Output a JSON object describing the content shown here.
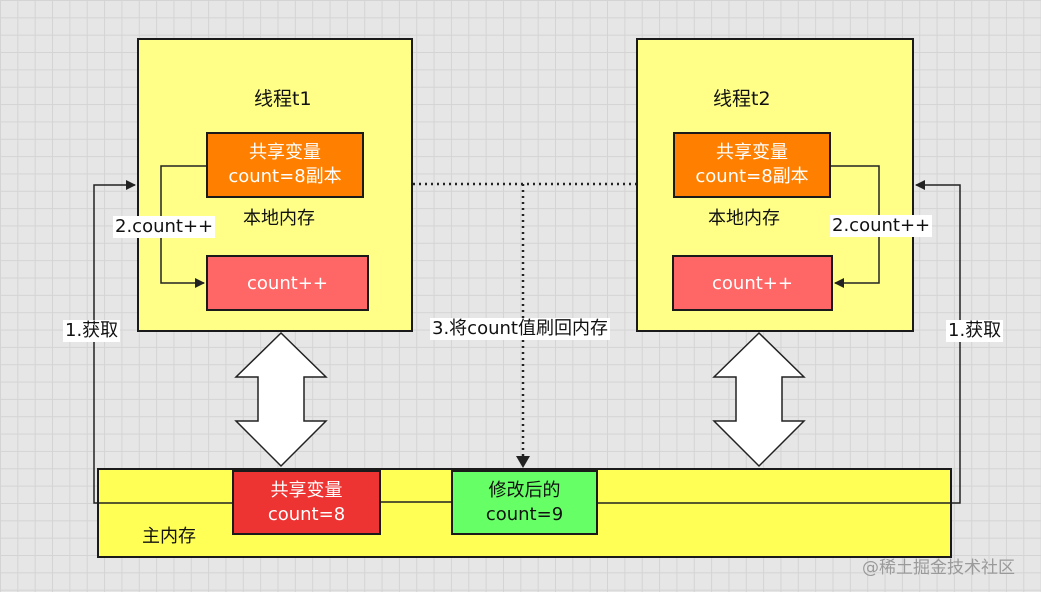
{
  "thread1": {
    "title": "线程t1",
    "copy_line1": "共享变量",
    "copy_line2": "count=8副本",
    "local_mem": "本地内存",
    "inc_label": "count++",
    "inc_edge": "2.count++",
    "fetch_edge": "1.获取"
  },
  "thread2": {
    "title": "线程t2",
    "copy_line1": "共享变量",
    "copy_line2": "count=8副本",
    "local_mem": "本地内存",
    "inc_label": "count++",
    "inc_edge": "2.count++",
    "fetch_edge": "1.获取"
  },
  "flush_edge": "3.将count值刷回内存",
  "main_memory": {
    "label": "主内存",
    "shared_line1": "共享变量",
    "shared_line2": "count=8",
    "modified_line1": "修改后的",
    "modified_line2": "count=9"
  },
  "watermark": "@稀土掘金技术社区",
  "colors": {
    "thread_bg": "#ffff88",
    "copy_bg": "#ff8000",
    "inc_bg": "#ff6666",
    "main_bg": "#ffff55",
    "shared_bg": "#ee3333",
    "modified_bg": "#66ff66"
  }
}
